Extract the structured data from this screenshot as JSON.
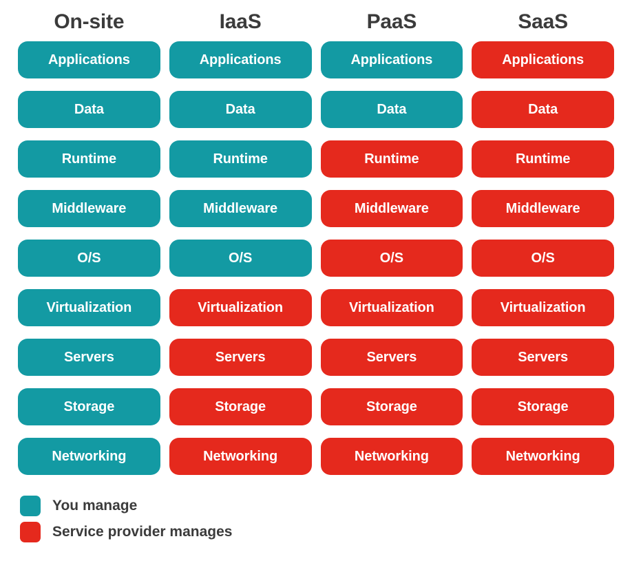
{
  "diagram": {
    "columns": [
      "On-site",
      "IaaS",
      "PaaS",
      "SaaS"
    ],
    "layers": [
      "Applications",
      "Data",
      "Runtime",
      "Middleware",
      "O/S",
      "Virtualization",
      "Servers",
      "Storage",
      "Networking"
    ],
    "colors": {
      "you_manage": "#139aa3",
      "provider_manages": "#e5291d",
      "text_on_box": "#ffffff",
      "heading_text": "#3b3b3b",
      "background": "#ffffff"
    },
    "ownership": {
      "Applications": [
        "you",
        "you",
        "you",
        "provider"
      ],
      "Data": [
        "you",
        "you",
        "you",
        "provider"
      ],
      "Runtime": [
        "you",
        "you",
        "provider",
        "provider"
      ],
      "Middleware": [
        "you",
        "you",
        "provider",
        "provider"
      ],
      "O/S": [
        "you",
        "you",
        "provider",
        "provider"
      ],
      "Virtualization": [
        "you",
        "provider",
        "provider",
        "provider"
      ],
      "Servers": [
        "you",
        "provider",
        "provider",
        "provider"
      ],
      "Storage": [
        "you",
        "provider",
        "provider",
        "provider"
      ],
      "Networking": [
        "you",
        "provider",
        "provider",
        "provider"
      ]
    }
  },
  "legend": {
    "items": [
      {
        "key": "you",
        "label": "You manage",
        "color": "#139aa3"
      },
      {
        "key": "provider",
        "label": "Service provider manages",
        "color": "#e5291d"
      }
    ]
  }
}
